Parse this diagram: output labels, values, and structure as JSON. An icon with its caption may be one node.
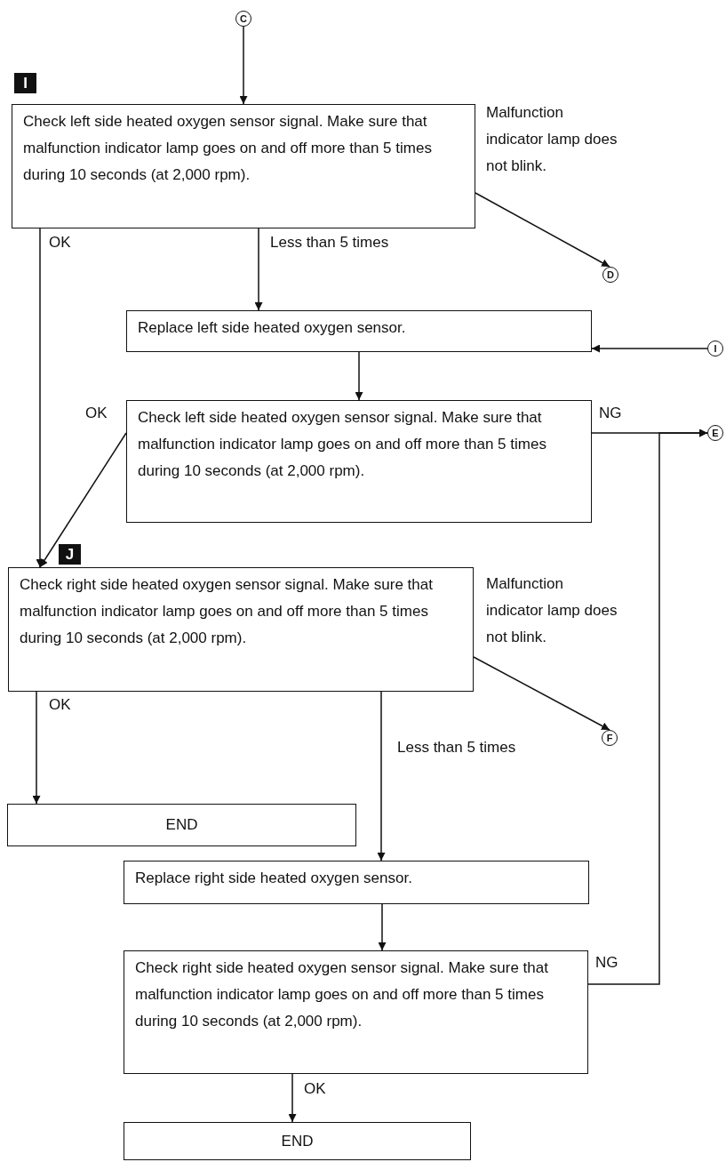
{
  "diagram": {
    "nodes": [
      {
        "text": [
          "C"
        ]
      },
      {
        "text": [
          "I"
        ]
      },
      {
        "text": [
          "Check left side heated oxygen sensor signal. Make sure that malfunction indicator lamp goes on and off more than 5 times during 10 seconds (at 2,000 rpm)."
        ]
      },
      {
        "text": [
          "D"
        ]
      },
      {
        "text": [
          "Replace left side heated oxygen sensor."
        ]
      },
      {
        "text": [
          "I"
        ]
      },
      {
        "text": [
          "Check left side heated oxygen sensor signal. Make sure that malfunction indicator lamp goes on and off more than 5 times during 10 seconds (at 2,000 rpm)."
        ]
      },
      {
        "text": [
          "E"
        ]
      },
      {
        "text": [
          "J"
        ]
      },
      {
        "text": [
          "Check right side heated oxygen sensor signal. Make sure that malfunction indicator lamp goes on and off more than 5 times during 10 seconds (at 2,000 rpm)."
        ]
      },
      {
        "text": [
          "F"
        ]
      },
      {
        "text": [
          "END"
        ]
      },
      {
        "text": [
          "Replace right side heated oxygen sensor."
        ]
      },
      {
        "text": [
          "Check right side heated oxygen sensor signal. Make sure that malfunction indicator lamp goes on and off more than 5 times during 10 seconds (at 2,000 rpm)."
        ]
      },
      {
        "text": [
          "END"
        ]
      }
    ],
    "edges": [
      {
        "from": 0,
        "to": 2,
        "arrow": "to"
      },
      {
        "from": 2,
        "to": 3,
        "arrow": "to",
        "label": "Malfunction indicator lamp does not blink."
      },
      {
        "from": 2,
        "to": 4,
        "arrow": "to",
        "label": "Less than 5 times"
      },
      {
        "from": 2,
        "to": 9,
        "arrow": "to",
        "label": "OK"
      },
      {
        "from": 6,
        "to": 9,
        "arrow": "to",
        "label": "OK"
      },
      {
        "from": 5,
        "to": 4,
        "arrow": "to"
      },
      {
        "from": 4,
        "to": 6,
        "arrow": "to"
      },
      {
        "from": 6,
        "to": 7,
        "arrow": "to",
        "label": "NG"
      },
      {
        "from": 13,
        "to": 7,
        "arrow": "to",
        "label": "NG"
      },
      {
        "from": 9,
        "to": 10,
        "arrow": "to",
        "label": "Malfunction indicator lamp does not blink."
      },
      {
        "from": 9,
        "to": 12,
        "arrow": "to",
        "label": "Less than 5 times"
      },
      {
        "from": 9,
        "to": 11,
        "arrow": "to",
        "label": "OK"
      },
      {
        "from": 12,
        "to": 13,
        "arrow": "to"
      },
      {
        "from": 13,
        "to": 14,
        "arrow": "to",
        "label": "OK"
      }
    ]
  }
}
